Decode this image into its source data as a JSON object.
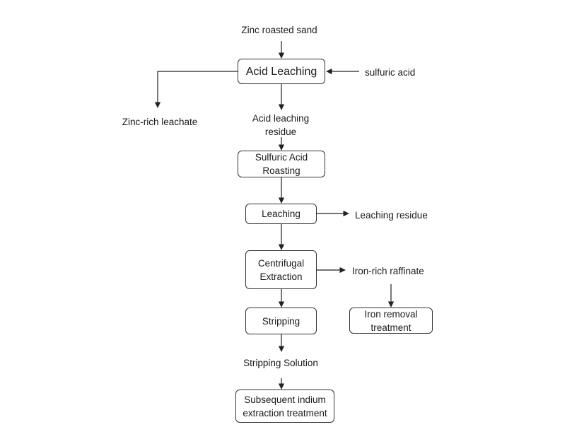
{
  "nodes": {
    "zinc_roasted_sand": "Zinc roasted sand",
    "acid_leaching": "Acid Leaching",
    "sulfuric_acid": "sulfuric acid",
    "zinc_rich_leachate": "Zinc-rich leachate",
    "acid_leaching_residue_line1": "Acid leaching",
    "acid_leaching_residue_line2": "residue",
    "sulfuric_acid_roasting_line1": "Sulfuric Acid",
    "sulfuric_acid_roasting_line2": "Roasting",
    "leaching": "Leaching",
    "leaching_residue": "Leaching residue",
    "centrifugal_extraction_line1": "Centrifugal",
    "centrifugal_extraction_line2": "Extraction",
    "iron_rich_raffinate": "Iron-rich raffinate",
    "iron_removal_line1": "Iron removal",
    "iron_removal_line2": "treatment",
    "stripping": "Stripping",
    "stripping_solution": "Stripping Solution",
    "subsequent_line1": "Subsequent indium",
    "subsequent_line2": "extraction treatment"
  },
  "colors": {
    "line": "#222222",
    "box_border": "#333333",
    "text": "#1a1a1a"
  }
}
